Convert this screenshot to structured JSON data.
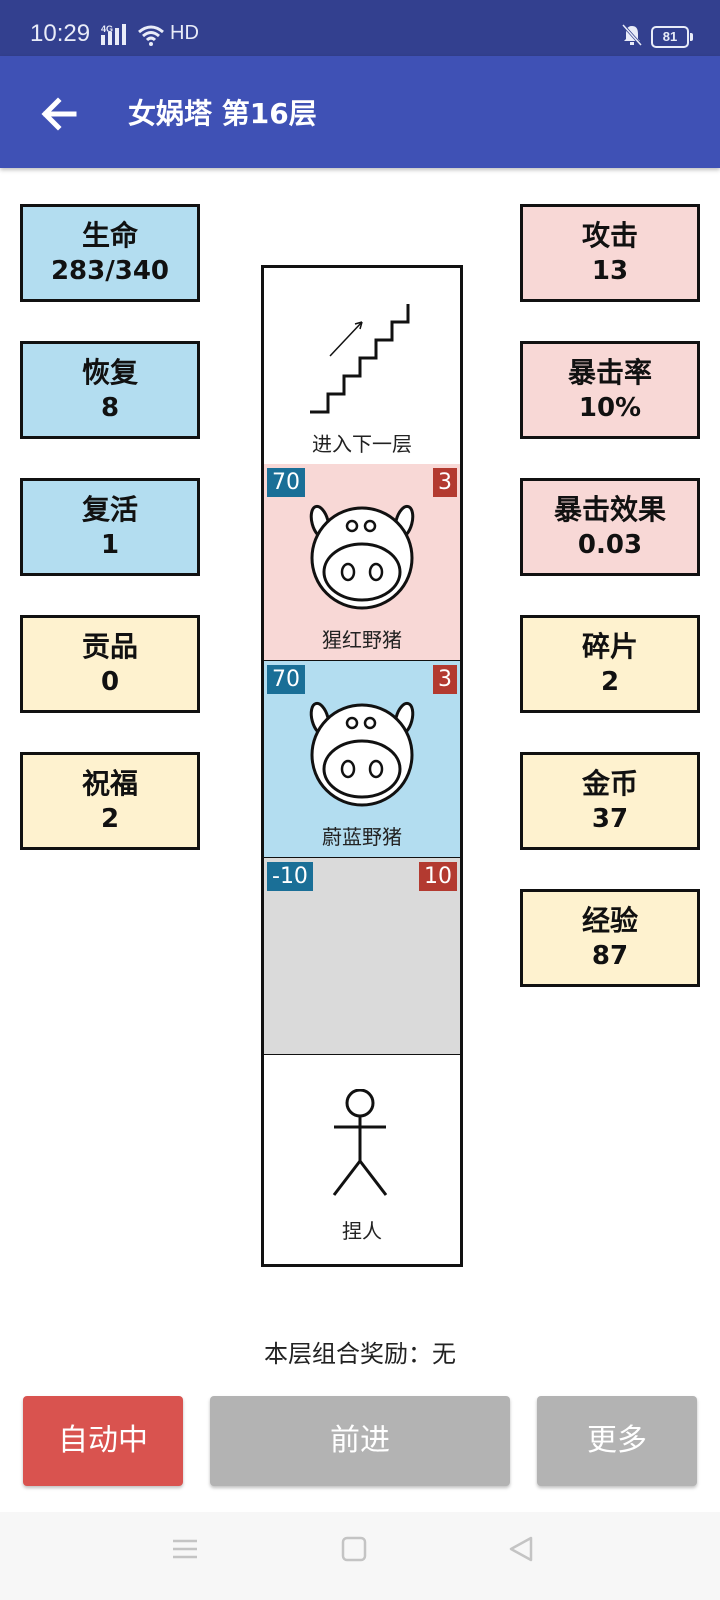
{
  "status_bar": {
    "time": "10:29",
    "signal_label": "4G",
    "network": "HD",
    "battery": "81"
  },
  "app_bar": {
    "title": "女娲塔 第16层"
  },
  "stats_left": [
    {
      "label": "生命",
      "value": "283/340"
    },
    {
      "label": "恢复",
      "value": "8"
    },
    {
      "label": "复活",
      "value": "1"
    },
    {
      "label": "贡品",
      "value": "0"
    },
    {
      "label": "祝福",
      "value": "2"
    }
  ],
  "stats_right": [
    {
      "label": "攻击",
      "value": "13"
    },
    {
      "label": "暴击率",
      "value": "10%"
    },
    {
      "label": "暴击效果",
      "value": "0.03"
    },
    {
      "label": "碎片",
      "value": "2"
    },
    {
      "label": "金币",
      "value": "37"
    },
    {
      "label": "经验",
      "value": "87"
    }
  ],
  "tower": {
    "stairs": {
      "name": "进入下一层",
      "icon": "stairs-icon"
    },
    "enemy1": {
      "name": "猩红野猪",
      "hp": "70",
      "atk": "3",
      "color": "#f8d8d6",
      "icon": "boar-icon"
    },
    "enemy2": {
      "name": "蔚蓝野猪",
      "hp": "70",
      "atk": "3",
      "color": "#b3ddf0",
      "icon": "boar-icon"
    },
    "empty": {
      "left_badge": "-10",
      "right_badge": "10",
      "color": "#dadada"
    },
    "player": {
      "name": "捏人",
      "icon": "stick-figure-icon"
    }
  },
  "reward_text": "本层组合奖励：无",
  "buttons": {
    "auto": "自动中",
    "forward": "前进",
    "more": "更多"
  },
  "colors": {
    "primary": "#3f51b5",
    "status_bar": "#33408f",
    "auto_button": "#d9534f",
    "disabled_button": "#b3b3b3"
  }
}
